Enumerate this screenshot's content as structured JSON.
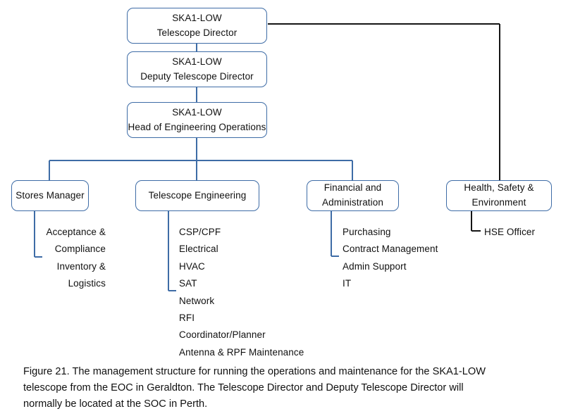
{
  "figure": {
    "number": "Figure 21.",
    "caption_full": "Figure 21. The management structure for running the operations and maintenance for the SKA1-LOW telescope from the EOC in Geraldton. The Telescope Director and Deputy Telescope Director will normally be located at the SOC in Perth.",
    "caption_lines": [
      "Figure 21. The management structure for running the operations and maintenance for the SKA1-LOW",
      "telescope from the EOC in Geraldton. The Telescope Director and Deputy Telescope Director will",
      "normally be located at the SOC in Perth."
    ]
  },
  "colors": {
    "box_border": "#3E6CA6",
    "connector_blue": "#3E6CA6",
    "connector_black": "#151515",
    "background": "#FFFFFF",
    "text": "#101010"
  },
  "chart_type": "org-chart",
  "nodes": {
    "director": {
      "line1": "SKA1-LOW",
      "line2": "Telescope Director"
    },
    "deputy_director": {
      "line1": "SKA1-LOW",
      "line2": "Deputy Telescope Director"
    },
    "head_engineering": {
      "line1": "SKA1-LOW",
      "line2": "Head of Engineering Operations"
    },
    "stores_manager": {
      "line1": "Stores Manager",
      "line2": ""
    },
    "telescope_engineering": {
      "line1": "Telescope Engineering",
      "line2": ""
    },
    "financial_admin": {
      "line1": "Financial and",
      "line2": "Administration"
    },
    "hse": {
      "line1": "Health, Safety &",
      "line2": "Environment"
    }
  },
  "leaves": {
    "stores_manager": [
      {
        "word1": "Acceptance &",
        "word2": "Compliance"
      },
      {
        "word1": "Inventory &",
        "word2": "Logistics"
      }
    ],
    "telescope_engineering": [
      "CSP/CPF",
      "Electrical",
      "HVAC",
      "SAT",
      "Network",
      "RFI",
      "Coordinator/Planner",
      "Antenna & RPF Maintenance"
    ],
    "financial_admin": [
      "Purchasing",
      "Contract Management",
      "Admin Support",
      "IT"
    ],
    "hse": [
      "HSE Officer"
    ]
  }
}
